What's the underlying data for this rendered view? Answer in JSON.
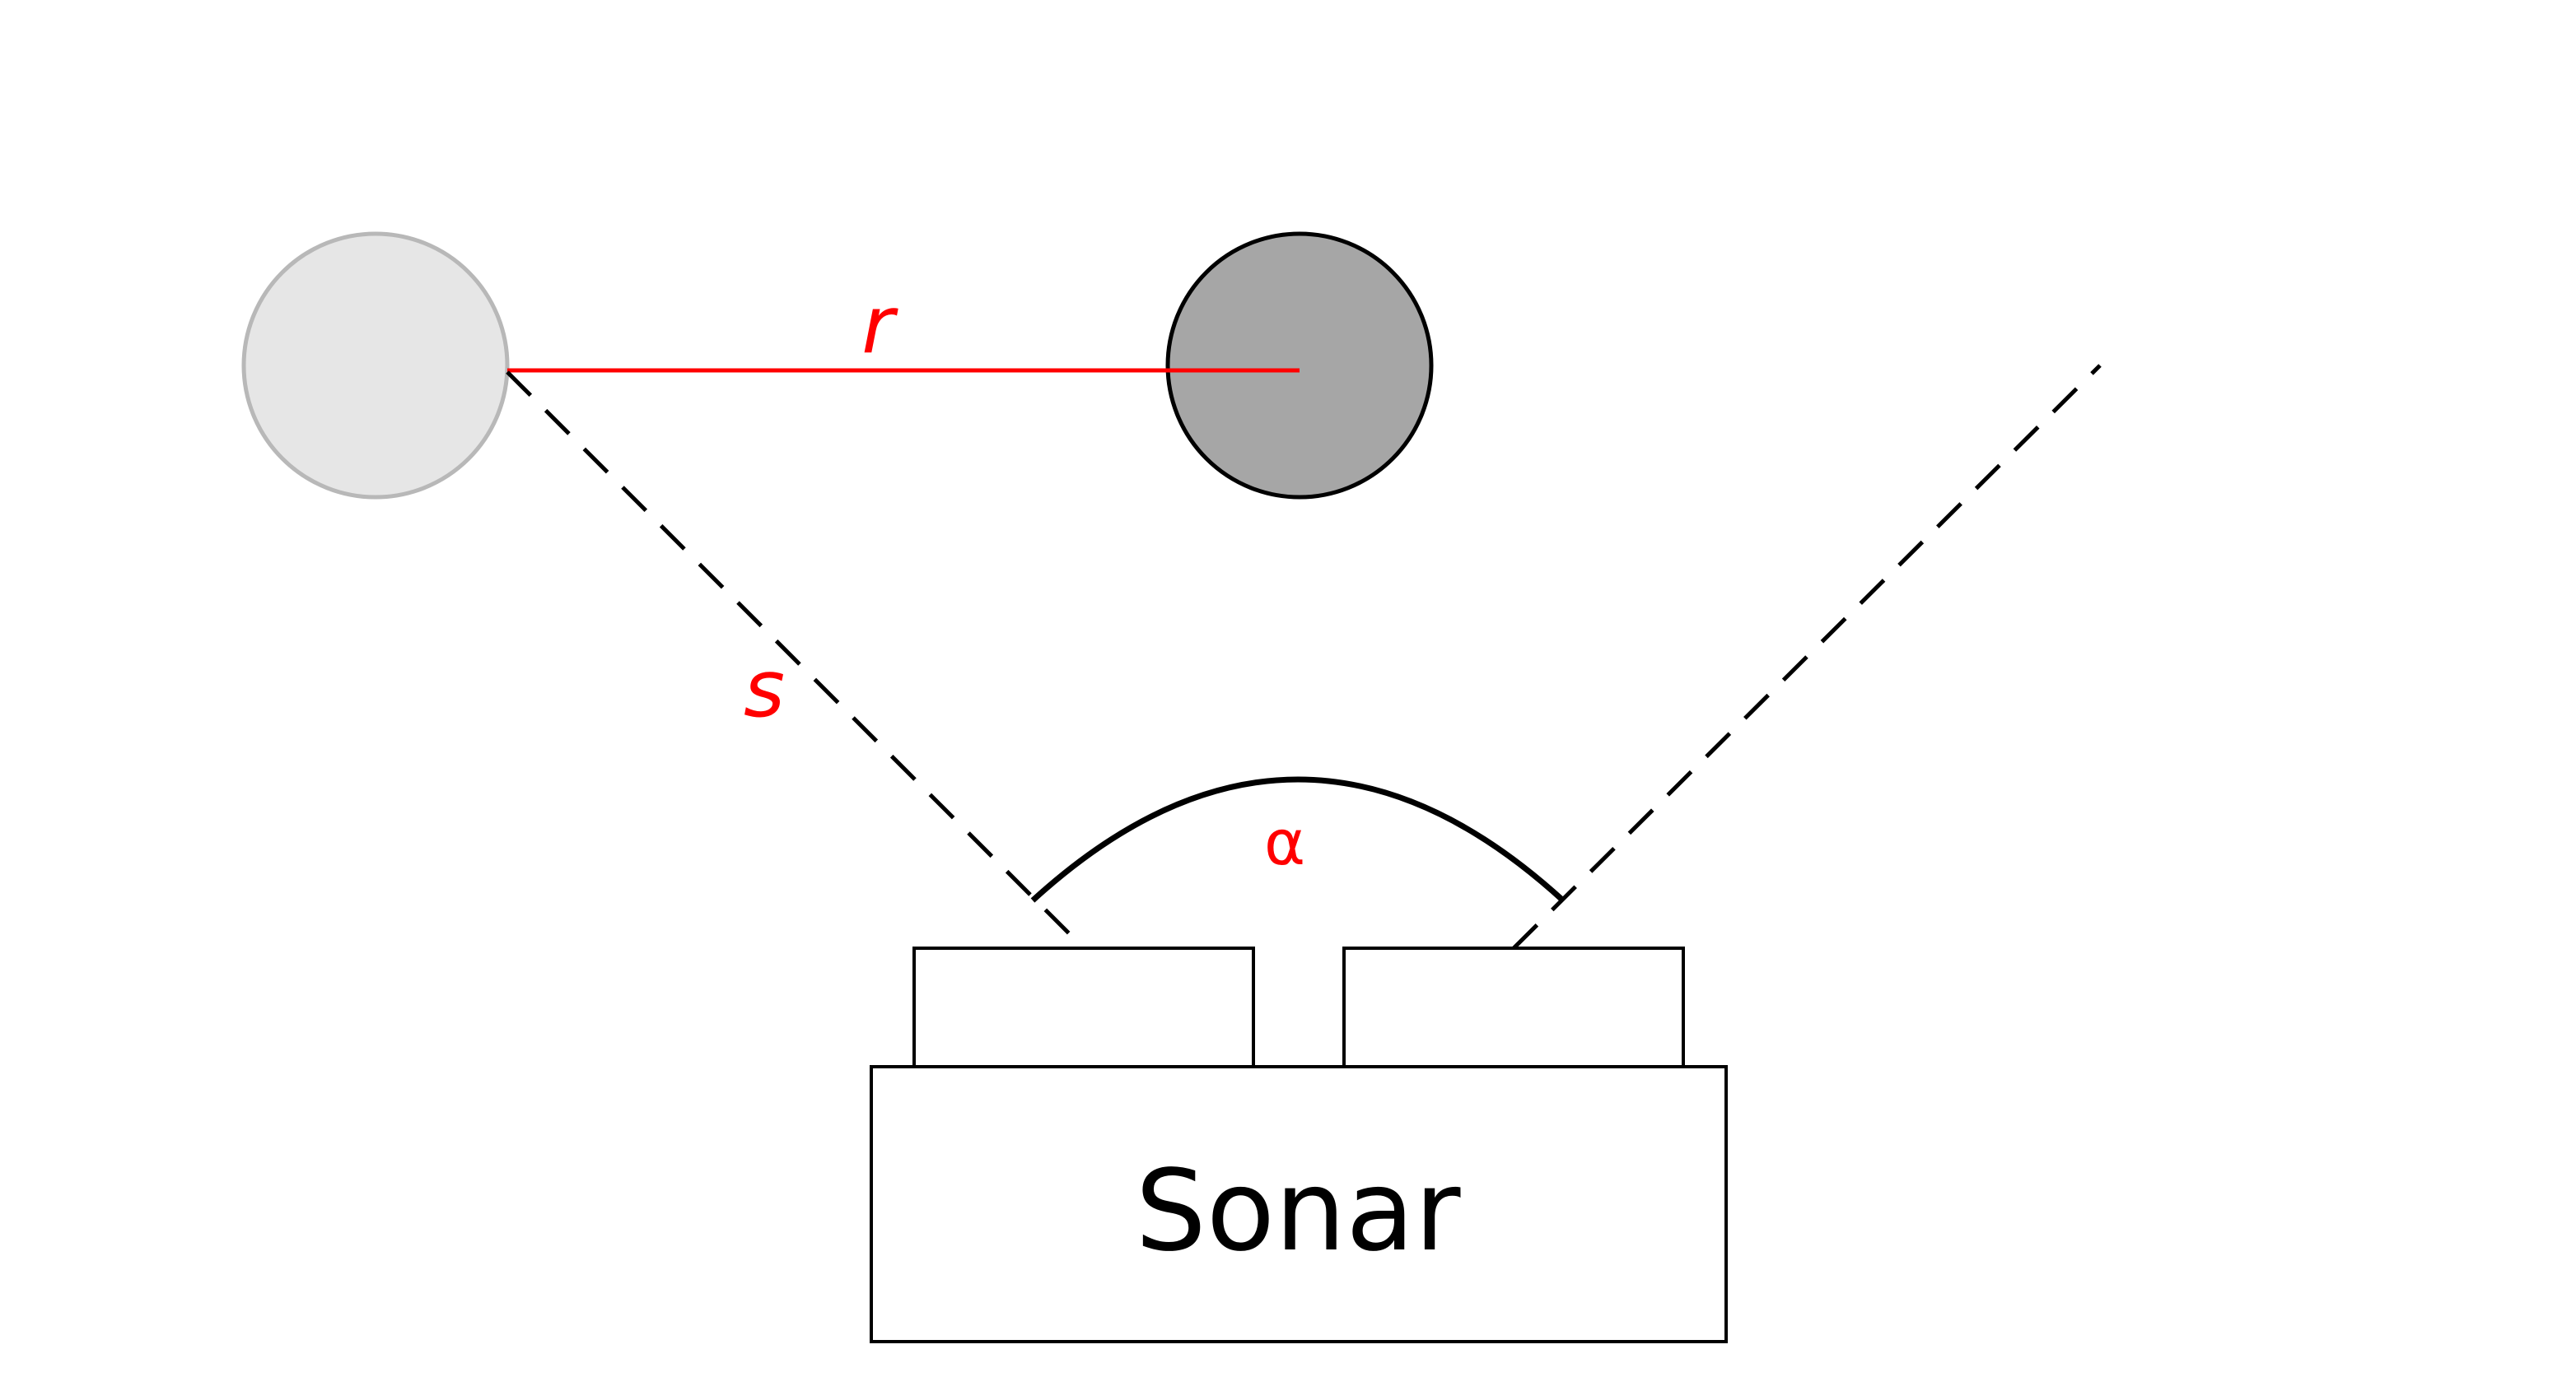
{
  "diagram": {
    "labels": {
      "r": "r",
      "s": "s",
      "alpha": "α",
      "sonar": "Sonar"
    },
    "colors": {
      "label": "#ff0000",
      "distance_line": "#ff0000",
      "outline": "#000000",
      "faded_circle_fill": "#e6e6e6",
      "faded_circle_stroke": "#b8b8b8",
      "solid_circle_fill": "#a6a6a6",
      "sonar_fill": "#ffffff",
      "text": "#000000"
    }
  }
}
